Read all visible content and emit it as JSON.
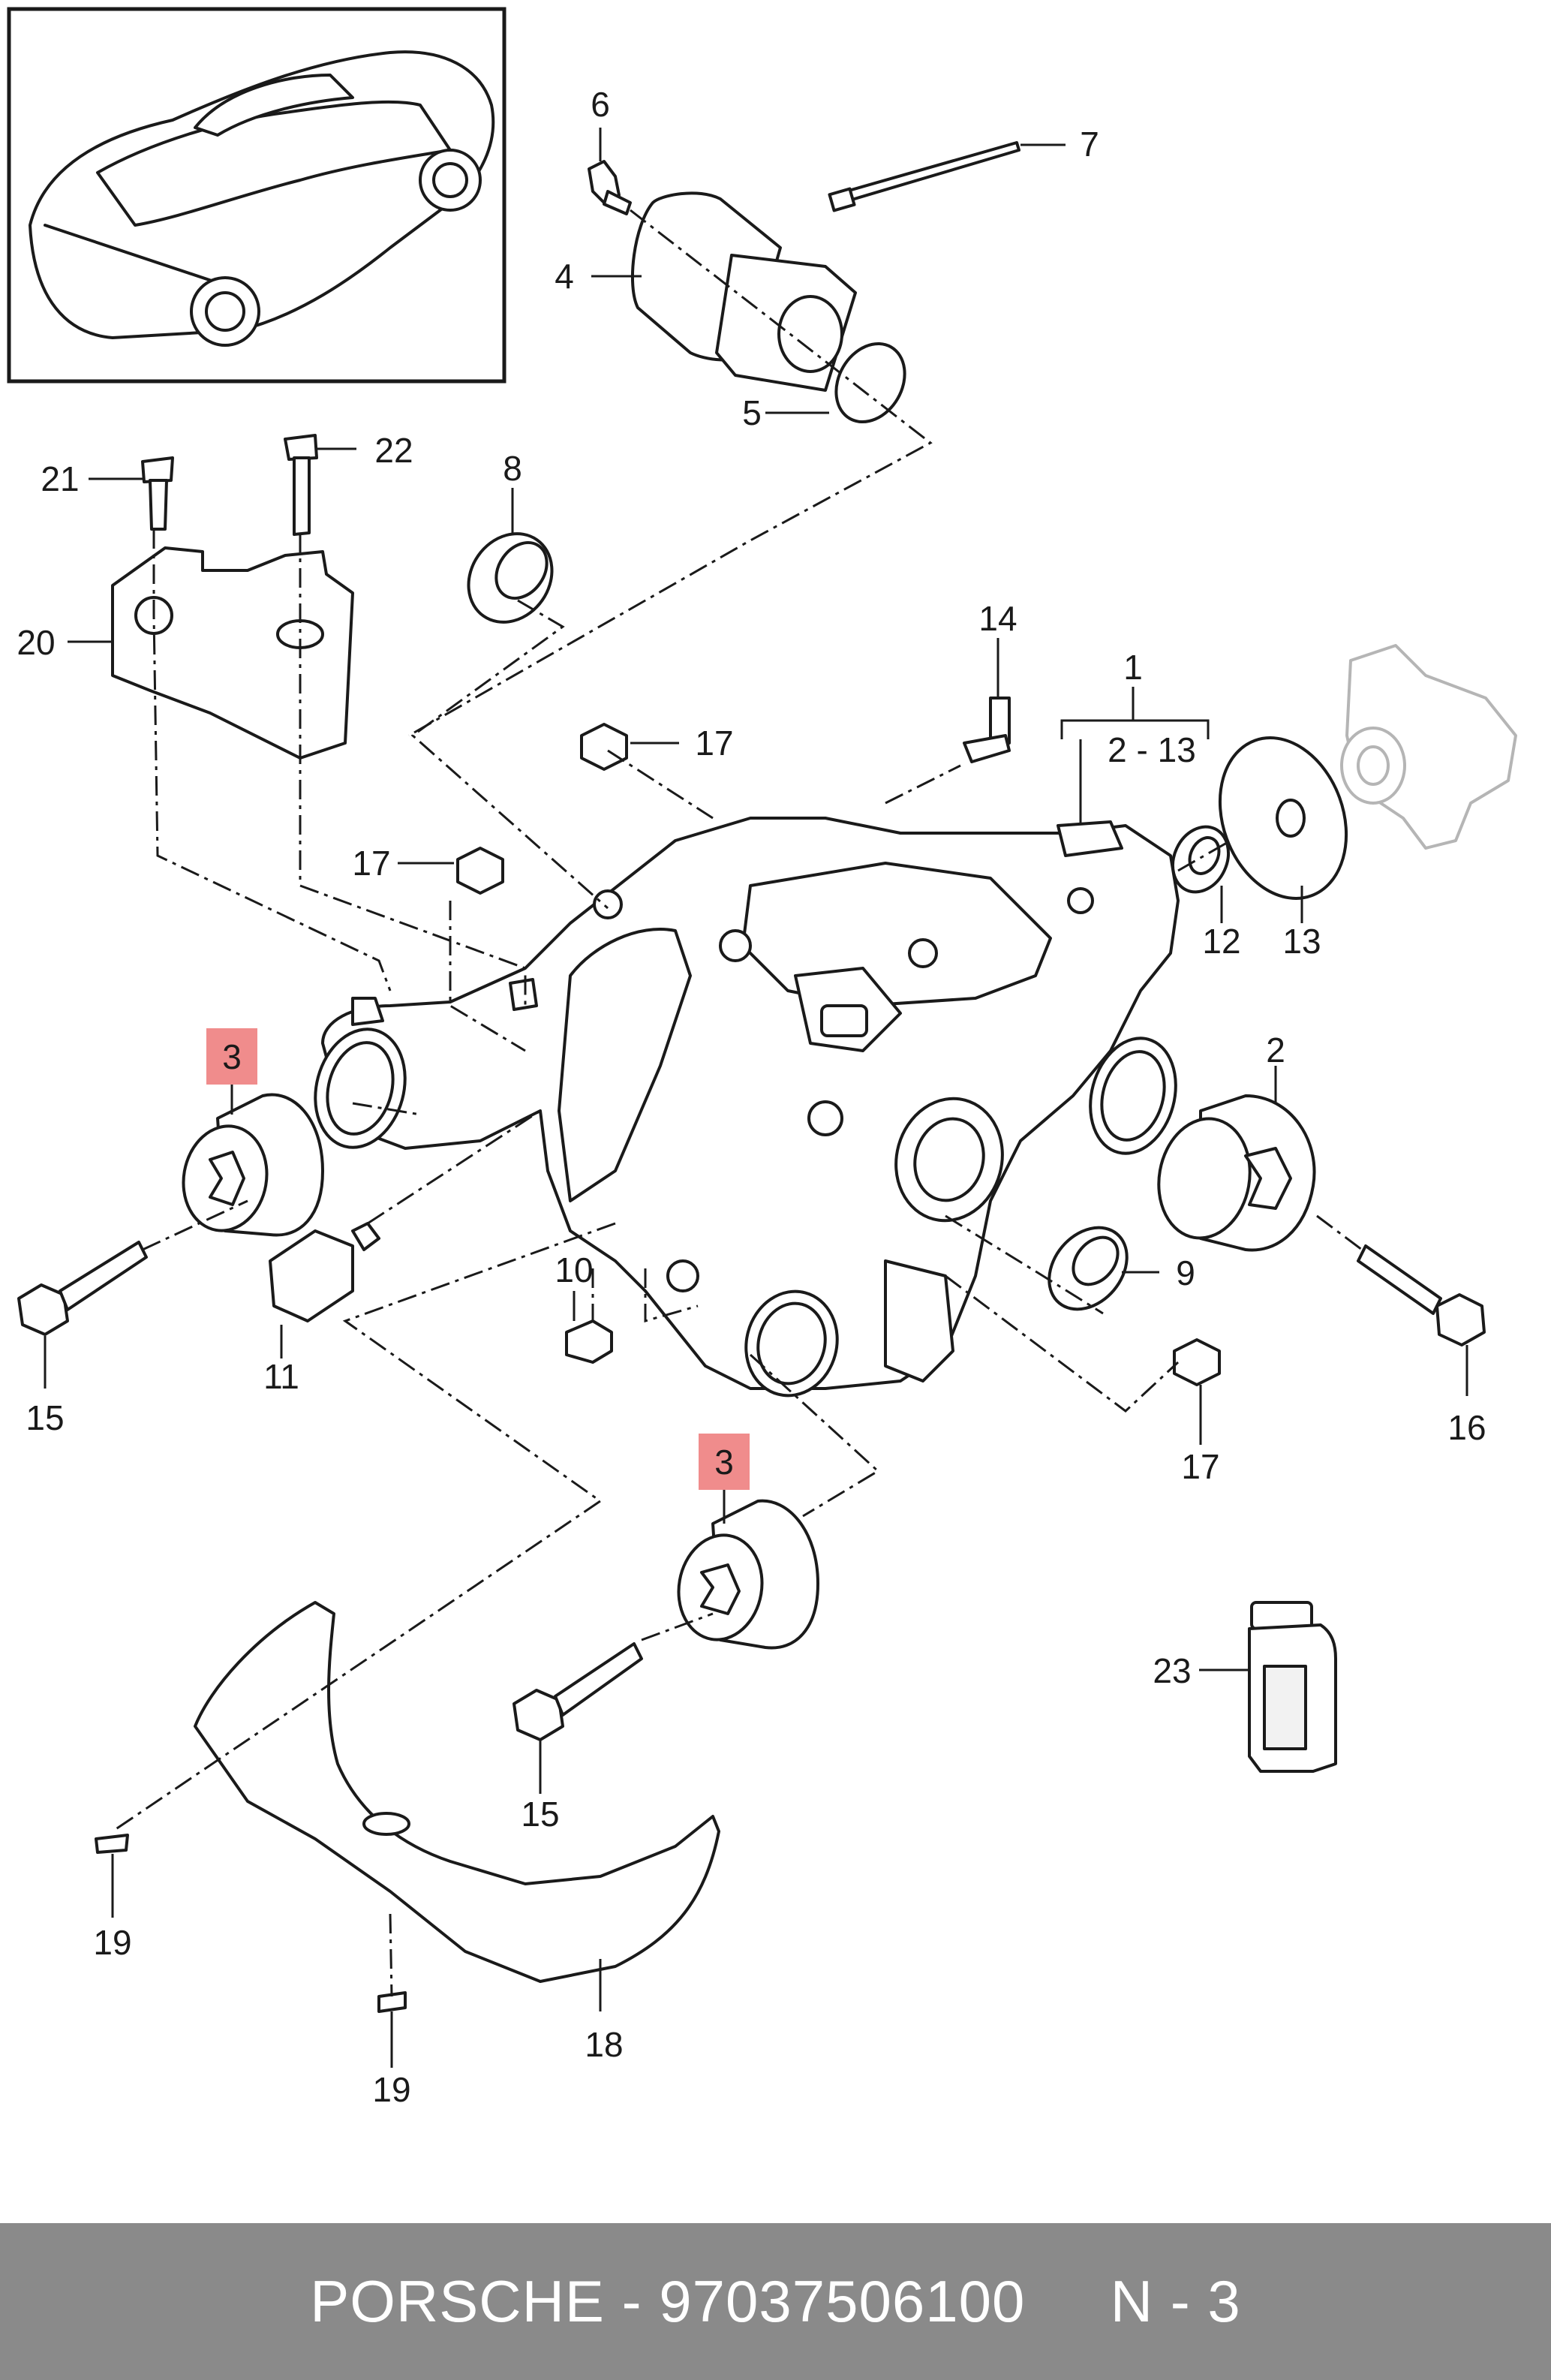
{
  "callouts": {
    "c1": "1",
    "c2": "2",
    "c2_13": "2 - 13",
    "c3a": "3",
    "c3b": "3",
    "c4": "4",
    "c5": "5",
    "c6": "6",
    "c7": "7",
    "c8": "8",
    "c9": "9",
    "c10": "10",
    "c11": "11",
    "c12": "12",
    "c13": "13",
    "c14": "14",
    "c15a": "15",
    "c15b": "15",
    "c16": "16",
    "c17a": "17",
    "c17b": "17",
    "c17c": "17",
    "c18": "18",
    "c19a": "19",
    "c19b": "19",
    "c20": "20",
    "c21": "21",
    "c22": "22",
    "c23": "23"
  },
  "highlight_color": "#f08c8c",
  "footer": {
    "text": "PORSCHE - 97037506100     N - 3"
  }
}
